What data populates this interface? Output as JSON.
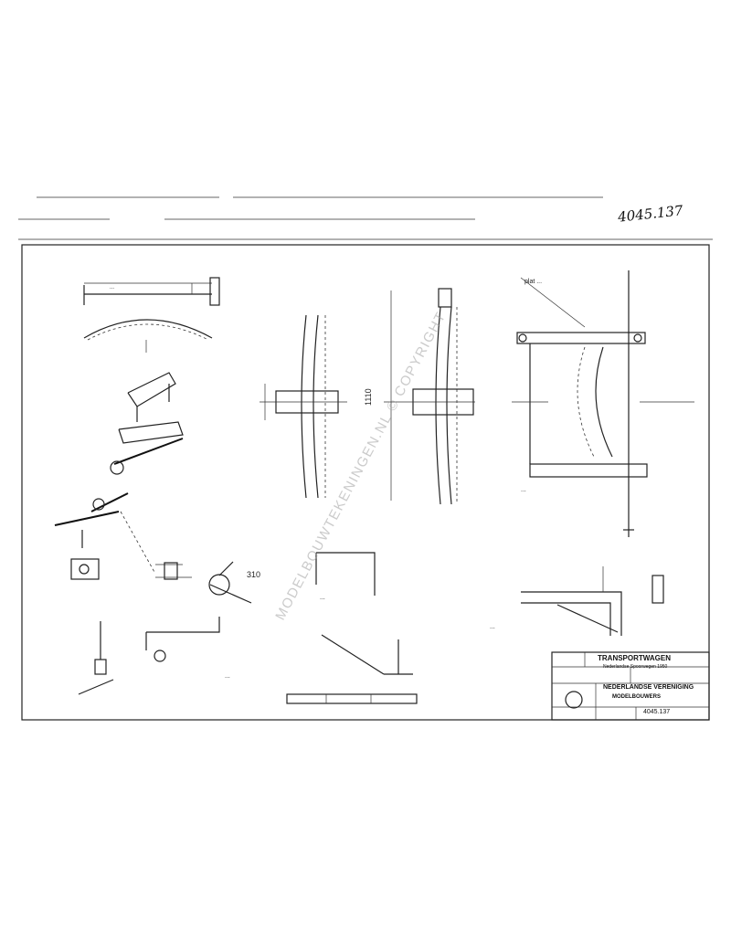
{
  "handwritten_number": "4045.137",
  "watermark": "MODELBOUWTEKENINGEN.NL © COPYRIGHT",
  "labels": {
    "top_left_part": "...",
    "frame_label": "plat ...",
    "frame_bottom_label": "...",
    "cross_dim": "310",
    "left_dim": "1110",
    "bottom_part": "...",
    "bracket_label": "...",
    "small_part": "..."
  },
  "title_block": {
    "title": "TRANSPORTWAGEN",
    "subtitle": "Nederlandse Spoorwegen 1950",
    "organization": "NEDERLANDSE VERENIGING",
    "organization_line2": "MODELBOUWERS",
    "drawing_number": "4045.137"
  }
}
